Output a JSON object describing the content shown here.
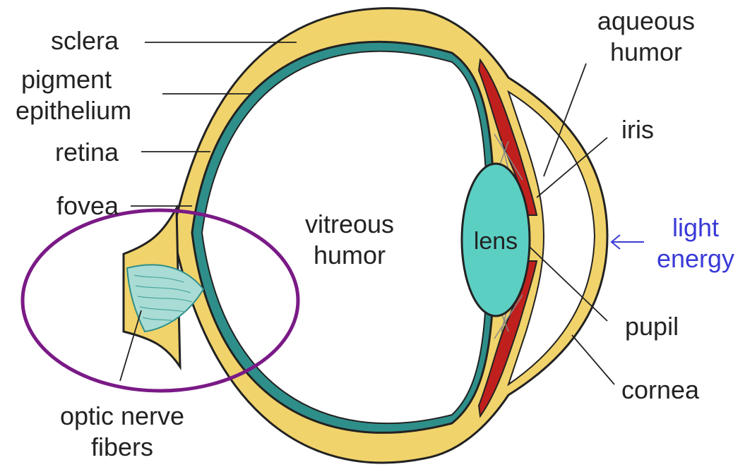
{
  "labels": {
    "sclera": "sclera",
    "pigment_epithelium": [
      "pigment",
      "epithelium"
    ],
    "retina": "retina",
    "fovea": "fovea",
    "optic_nerve_fibers": [
      "optic nerve",
      "fibers"
    ],
    "vitreous_humor": [
      "vitreous",
      "humor"
    ],
    "lens": "lens",
    "aqueous_humor": [
      "aqueous",
      "humor"
    ],
    "iris": "iris",
    "light_energy": [
      "light",
      "energy"
    ],
    "pupil": "pupil",
    "cornea": "cornea"
  },
  "colors": {
    "sclera": "#f1d36b",
    "retina": "#2e8f8a",
    "lens": "#5ccfc3",
    "iris": "#c0201d",
    "highlight_ellipse": "#7a1a86",
    "light_energy": "#3a3ad8"
  }
}
